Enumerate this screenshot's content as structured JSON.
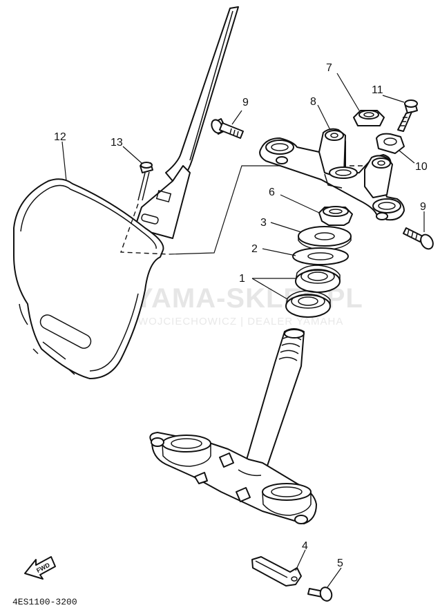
{
  "diagram": {
    "callouts": [
      "1",
      "1",
      "2",
      "3",
      "4",
      "5",
      "6",
      "7",
      "8",
      "9",
      "9",
      "10",
      "11",
      "12",
      "13"
    ],
    "drawing_code": "4ES1100-3200",
    "fwd_label": "FWD",
    "watermark": {
      "title": "YAMA-SKLEP.PL",
      "subtitle": "WOJCIECHOWICZ | DEALER YAMAHA",
      "logo_color": "#f3c4c4"
    },
    "line_color": "#111111"
  }
}
